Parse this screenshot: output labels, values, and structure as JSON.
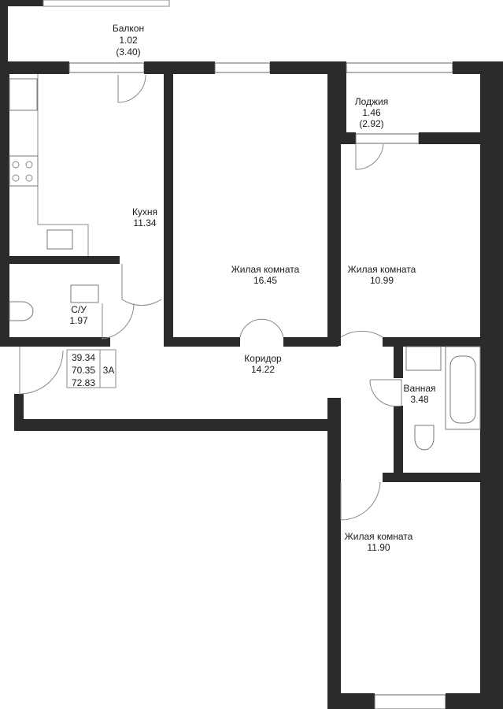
{
  "rooms": {
    "balcony": {
      "name": "Балкон",
      "area": "1.02",
      "area2": "(3.40)"
    },
    "loggia": {
      "name": "Лоджия",
      "area": "1.46",
      "area2": "(2.92)"
    },
    "kitchen": {
      "name": "Кухня",
      "area": "11.34"
    },
    "living1": {
      "name": "Жилая комната",
      "area": "16.45"
    },
    "living2": {
      "name": "Жилая комната",
      "area": "10.99"
    },
    "wc": {
      "name": "С/У",
      "area": "1.97"
    },
    "corridor": {
      "name": "Коридор",
      "area": "14.22"
    },
    "bathroom": {
      "name": "Ванная",
      "area": "3.48"
    },
    "living3": {
      "name": "Жилая комната",
      "area": "11.90"
    }
  },
  "summary": {
    "living_area": "39.34",
    "total_area": "70.35",
    "total_with_balcony": "72.83",
    "type": "3А"
  }
}
